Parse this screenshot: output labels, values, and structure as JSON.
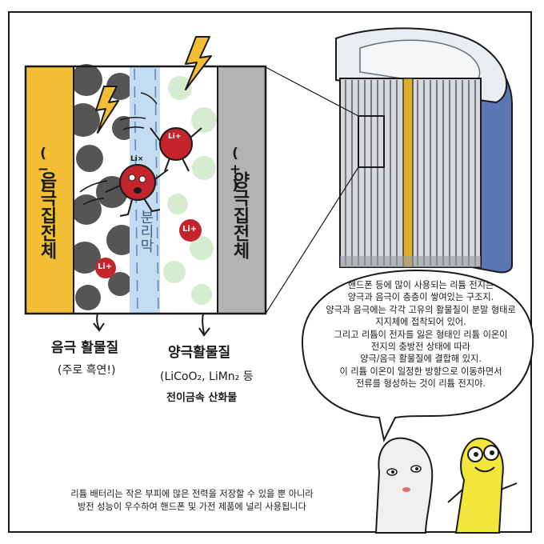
{
  "diagram": {
    "anode_collector": {
      "sign": "(−)",
      "label": "음극집전체"
    },
    "cathode_collector": {
      "sign": "(+)",
      "label": "양극집전체"
    },
    "separator_label": "분리막",
    "ion_label": "Li+",
    "ion_label_alt": "Li×",
    "anode_material": {
      "title": "음극 활물질",
      "note": "(주로 흑연!)"
    },
    "cathode_material": {
      "title": "양극활물질",
      "examples": "(LiCoO₂, LiMn₂ 등",
      "note": "전이금속 산화물"
    }
  },
  "speech_bubble": {
    "lines": [
      "핸드폰 등에 많이 사용되는 리튬 전지는",
      "양극과 음극이 층층이 쌓여있는 구조지.",
      "양극과 음극에는 각각 고유의 활물질이 분말 형태로",
      "지지체에 접착되어 있어.",
      "그리고 리튬이 전자를 잃은 형태인 리튬 이온이",
      "전지의 충방전 상태에 따라",
      "양극/음극 활물질에 결합해 있지.",
      "이 리튬 이온이 일정한 방향으로 이동하면서",
      "전류를 형성하는 것이 리튬 전지야."
    ]
  },
  "caption": {
    "lines": [
      "리튬 배터리는 작은 부피에 많은 전력을 저장할 수 있을 뿐 아니라",
      "방전 성능이 우수하여 핸드폰 및 가전 제품에 널리 사용됩니다"
    ]
  },
  "colors": {
    "anode_yellow": "#f1be34",
    "cathode_gray": "#b3b3b3",
    "separator_blue": "#c4dcf2",
    "graphite_gray": "#545454",
    "oxide_green": "#d6ecd0",
    "lithium_red": "#c4252d",
    "battery_blue": "#5a77b4",
    "character_yellow": "#f2e63b"
  }
}
